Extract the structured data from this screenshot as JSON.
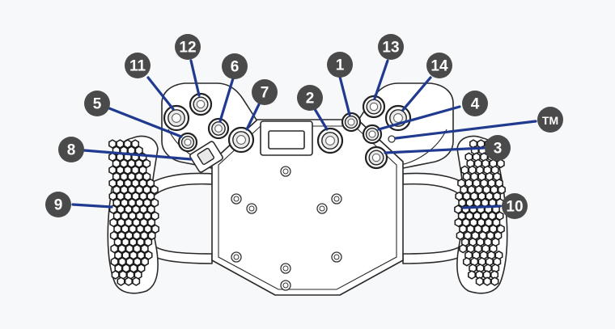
{
  "callouts": [
    {
      "id": "1",
      "label": "1"
    },
    {
      "id": "2",
      "label": "2"
    },
    {
      "id": "3",
      "label": "3"
    },
    {
      "id": "4",
      "label": "4"
    },
    {
      "id": "5",
      "label": "5"
    },
    {
      "id": "6",
      "label": "6"
    },
    {
      "id": "7",
      "label": "7"
    },
    {
      "id": "8",
      "label": "8"
    },
    {
      "id": "9",
      "label": "9"
    },
    {
      "id": "10",
      "label": "10"
    },
    {
      "id": "11",
      "label": "11"
    },
    {
      "id": "12",
      "label": "12"
    },
    {
      "id": "13",
      "label": "13"
    },
    {
      "id": "14",
      "label": "14"
    },
    {
      "id": "tm",
      "label": "TM"
    }
  ],
  "colors": {
    "leader": "#203a8f",
    "badge": "#4a4a4a",
    "badge_text": "#ffffff",
    "outline": "#2a2a2a",
    "background": "#f7f8fa"
  }
}
